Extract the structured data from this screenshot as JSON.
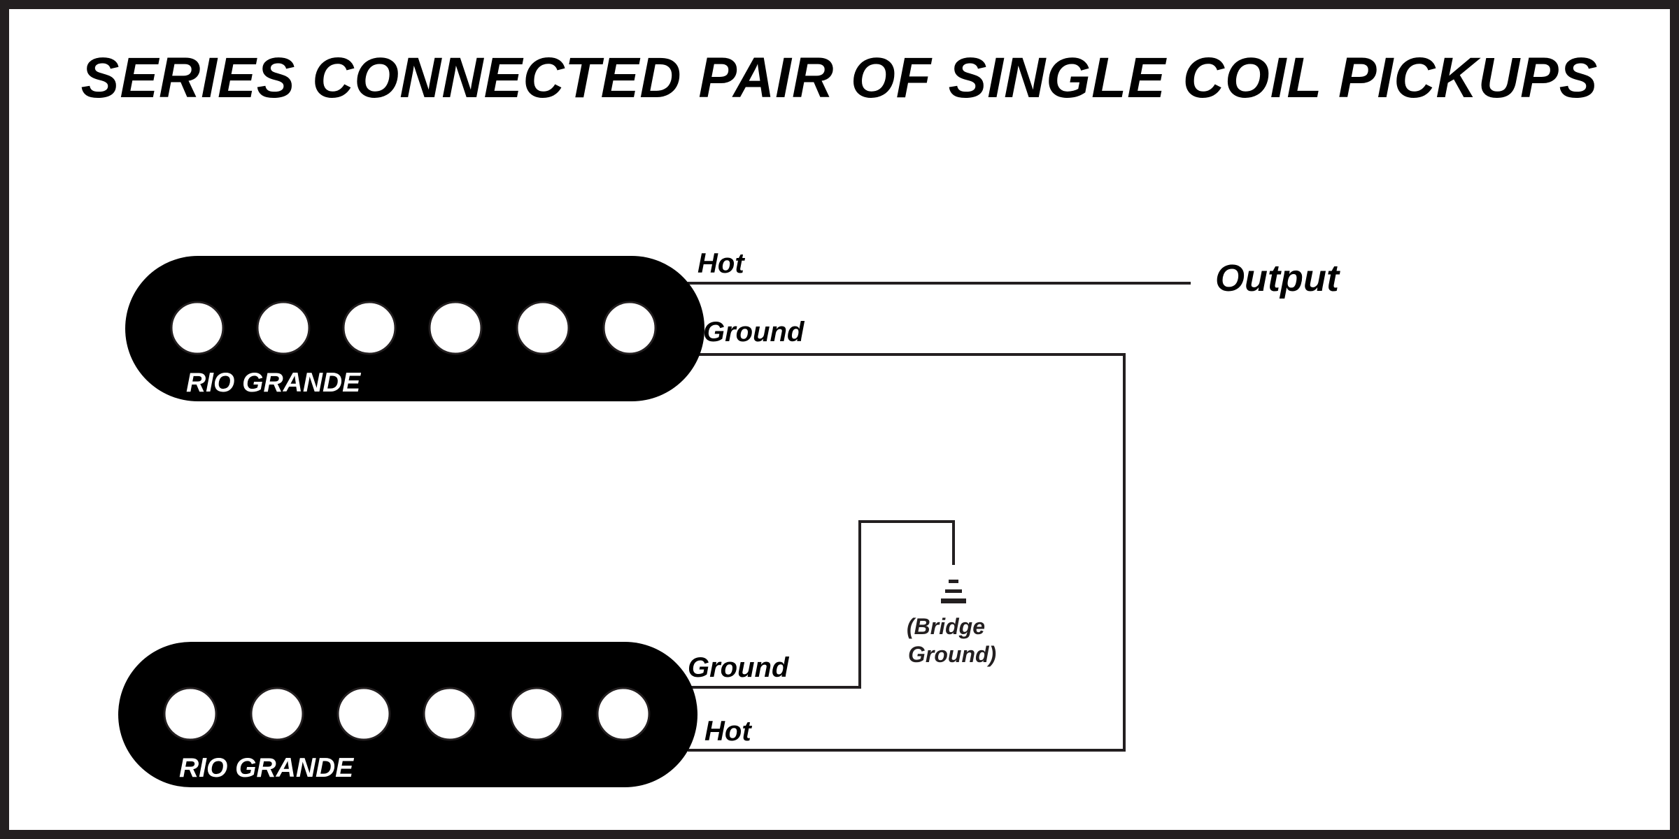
{
  "diagram": {
    "title": "SERIES CONNECTED PAIR OF SINGLE COIL PICKUPS",
    "output_label": "Output",
    "pickups": [
      {
        "brand": "RIO GRANDE",
        "pole_pieces": 6,
        "wires": [
          {
            "label": "Hot"
          },
          {
            "label": "Ground"
          }
        ]
      },
      {
        "brand": "RIO GRANDE",
        "pole_pieces": 6,
        "wires": [
          {
            "label": "Ground"
          },
          {
            "label": "Hot"
          }
        ]
      }
    ],
    "bridge_ground": {
      "line1": "(Bridge",
      "line2": "Ground)"
    },
    "colors": {
      "pickup_body": "#000000",
      "pole_piece": "#ffffff",
      "wire": "#231f20",
      "frame": "#231f20"
    }
  }
}
